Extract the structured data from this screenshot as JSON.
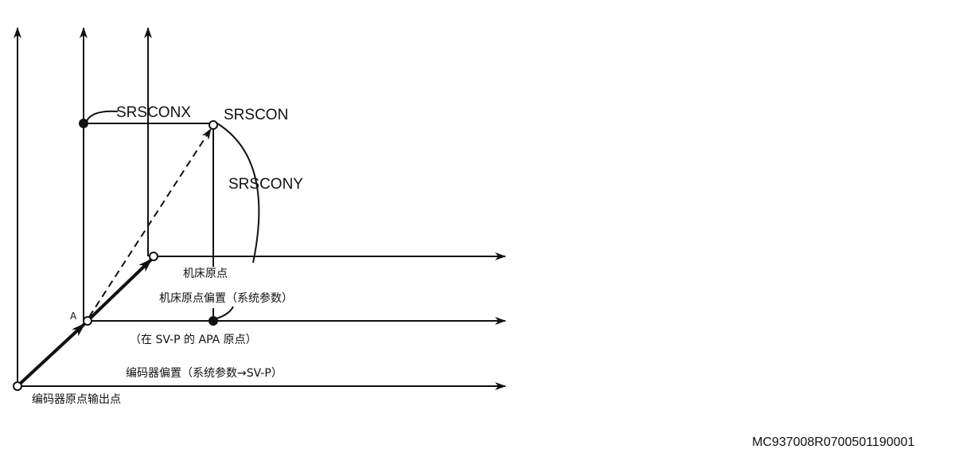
{
  "labels": {
    "srsconx": "SRSCONX",
    "srscon": "SRSCON",
    "srscony": "SRSCONY",
    "machine_origin": "机床原点",
    "machine_origin_offset": "机床原点偏置（系统参数）",
    "point_a": "A",
    "apa_origin": "（在 SV-P 的 APA 原点）",
    "encoder_offset": "编码器偏置（系统参数→SV-P）",
    "encoder_origin_output": "编码器原点输出点",
    "figure_code": "MC937008R0700501190001"
  },
  "colors": {
    "ink": "#111111",
    "background": "#ffffff"
  }
}
